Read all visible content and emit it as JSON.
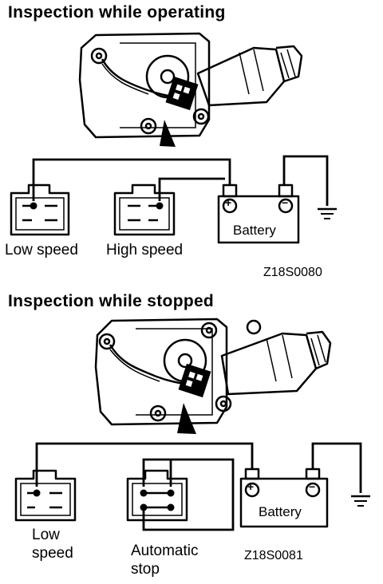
{
  "top": {
    "title": "Inspection while operating",
    "connector_low_label": "Low speed",
    "connector_high_label": "High speed",
    "battery_label": "Battery",
    "battery_plus": "+",
    "battery_minus": "−",
    "figure_code": "Z18S0080"
  },
  "bottom": {
    "title": "Inspection while stopped",
    "connector_low_label_line1": "Low",
    "connector_low_label_line2": "speed",
    "connector_auto_label_line1": "Automatic",
    "connector_auto_label_line2": "stop",
    "battery_label": "Battery",
    "battery_plus": "+",
    "battery_minus": "−",
    "figure_code": "Z18S0081"
  }
}
